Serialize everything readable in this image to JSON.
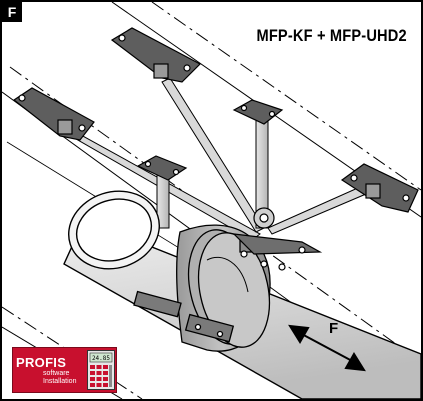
{
  "figure": {
    "corner_tag": "F",
    "title": "MFP-KF + MFP-UHD2",
    "force_label": "F"
  },
  "badge": {
    "brand": "PROFIS",
    "line1": "software",
    "line2": "Installation",
    "display": "24.85",
    "icon": "calculator-icon",
    "color": "#c8102e"
  }
}
